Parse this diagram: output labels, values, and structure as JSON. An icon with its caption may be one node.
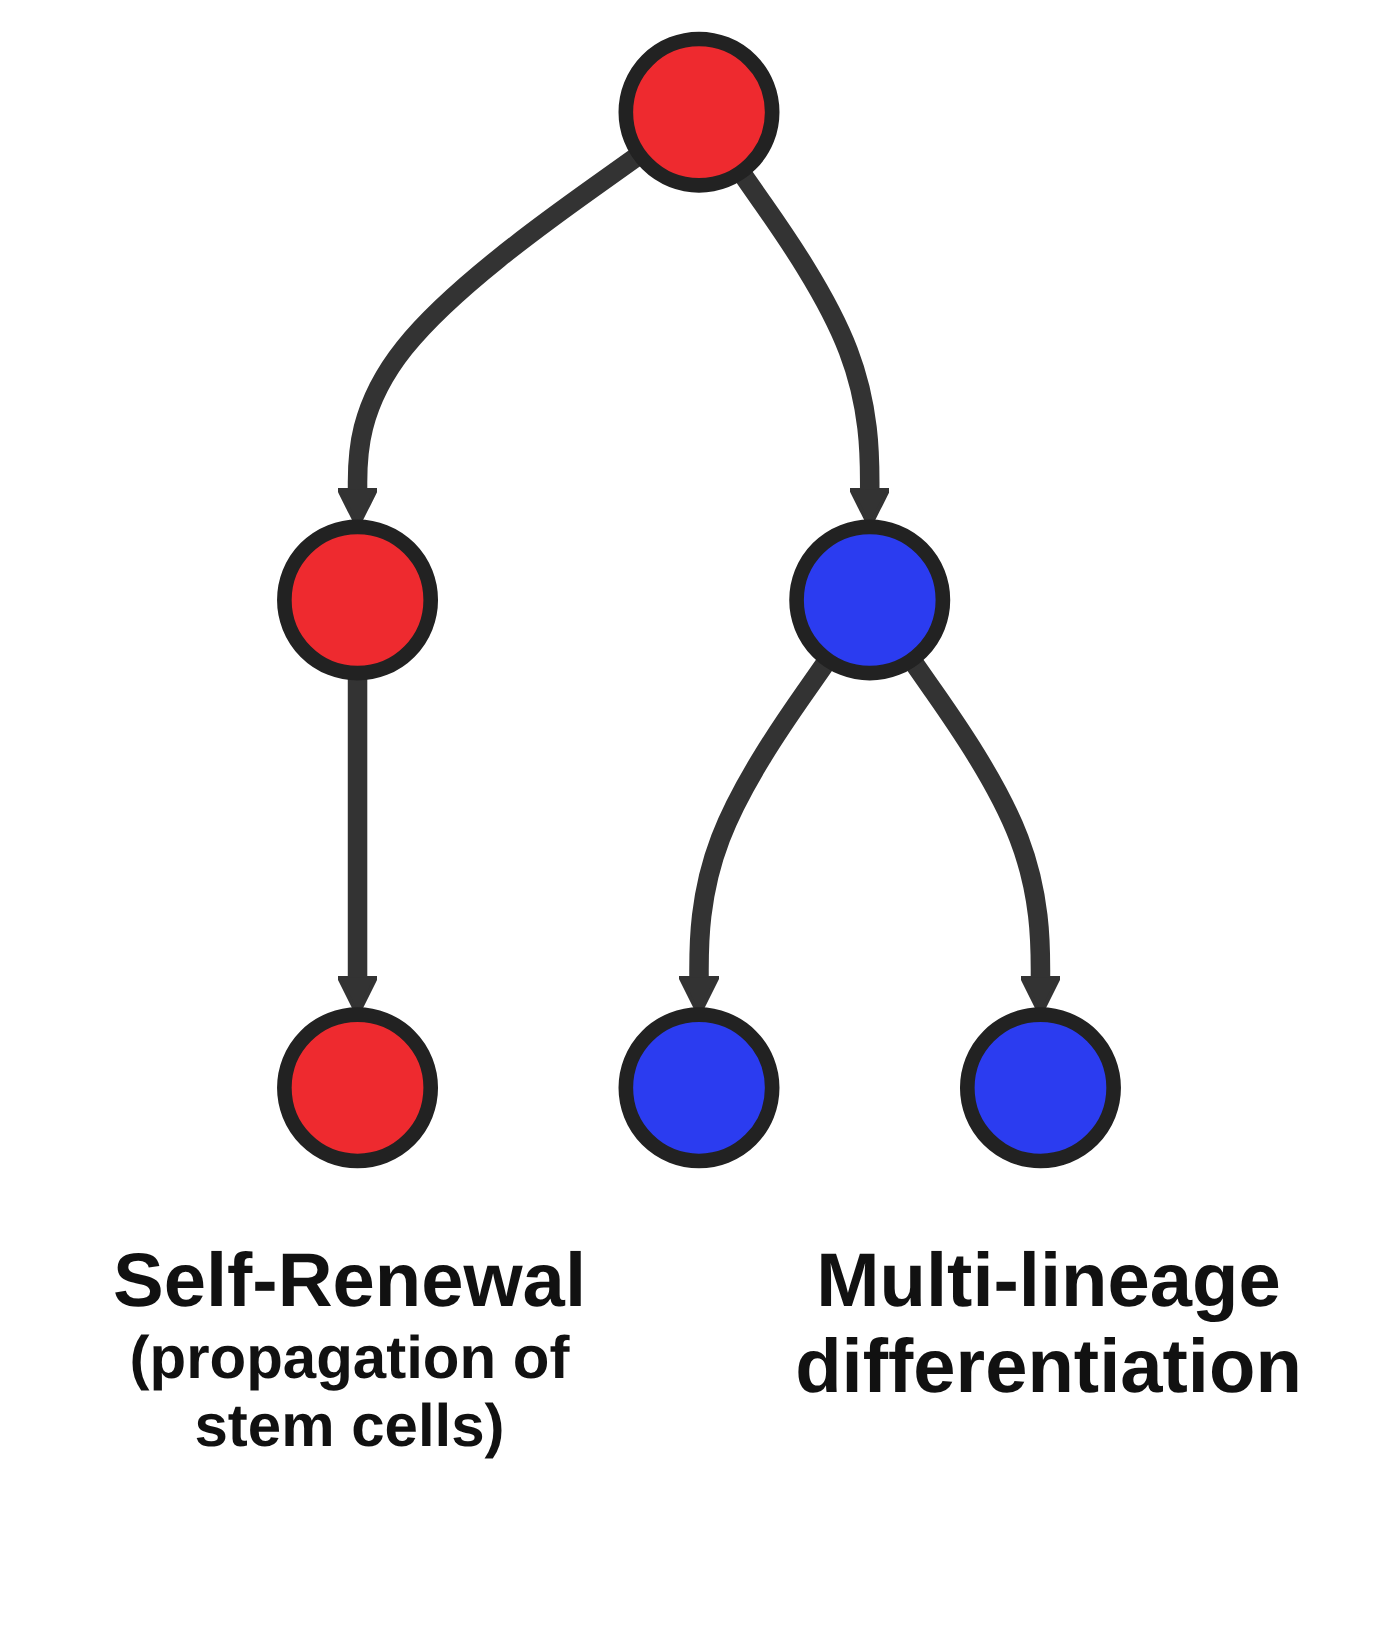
{
  "diagram": {
    "nodes": [
      {
        "text": [],
        "shape": "circle"
      },
      {
        "text": [],
        "shape": "circle"
      },
      {
        "text": [],
        "shape": "circle"
      },
      {
        "text": [],
        "shape": "circle"
      },
      {
        "text": [],
        "shape": "circle"
      },
      {
        "text": [],
        "shape": "circle"
      }
    ],
    "edges": [
      {
        "from": 0,
        "to": 1,
        "arrow": "to"
      },
      {
        "from": 0,
        "to": 2,
        "arrow": "to"
      },
      {
        "from": 1,
        "to": 3,
        "arrow": "to"
      },
      {
        "from": 2,
        "to": 4,
        "arrow": "to"
      },
      {
        "from": 2,
        "to": 5,
        "arrow": "to"
      }
    ],
    "labels": [
      "Self-Renewal",
      "(propagation of stem cells)",
      "Multi-lineage differentiation"
    ]
  }
}
